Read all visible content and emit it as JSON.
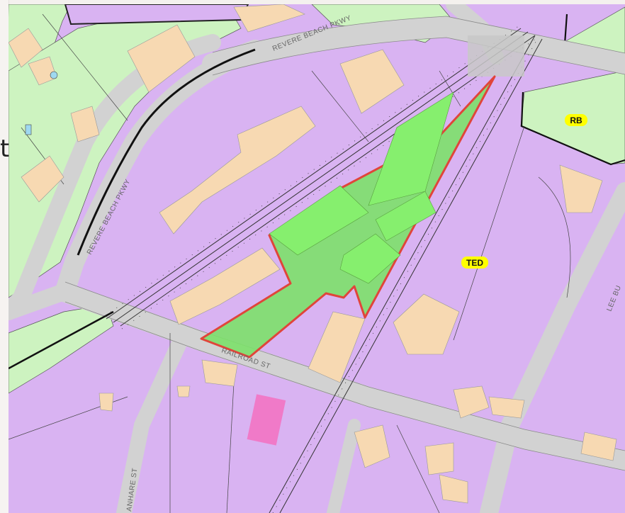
{
  "page": {
    "stray_glyph": "t"
  },
  "map": {
    "colors": {
      "commercial_zone": "#d9b3f2",
      "residential_zone": "#cdf3c0",
      "road": "#d3d3d3",
      "building": "#f7d9b2",
      "selected_parcel_fill": "#7ce06a",
      "selected_parcel_outline": "#e0453a",
      "zone_label_bg": "#ffff00",
      "accent_building": "#f07ac8"
    },
    "zone_labels": {
      "ted": "TED",
      "rb": "RB"
    },
    "streets": {
      "revere_top": "REVERE BEACH PKWY",
      "revere_left": "REVERE BEACH PKWY",
      "railroad": "RAILROAD ST",
      "bottom": "ANHARE ST",
      "right": "LEE BU"
    }
  }
}
